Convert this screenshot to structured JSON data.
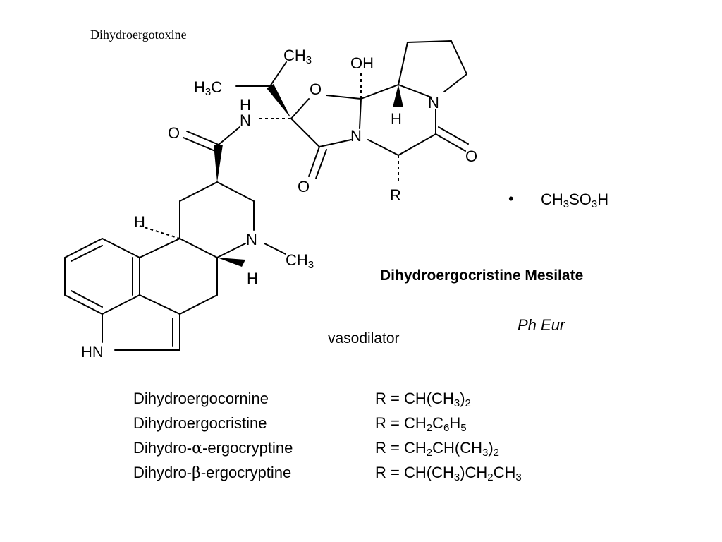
{
  "header": {
    "title": "Dihydroergotoxine"
  },
  "compound": {
    "name": "Dihydroergocristine Mesilate",
    "salt_bullet": "•",
    "salt_parts": [
      {
        "t": "CH",
        "sub": false
      },
      {
        "t": "3",
        "sub": true
      },
      {
        "t": "SO",
        "sub": false
      },
      {
        "t": "3",
        "sub": true
      },
      {
        "t": "H",
        "sub": false
      }
    ],
    "pharmacopoeia": "Ph Eur",
    "use": "vasodilator"
  },
  "structure_labels": {
    "ch3_top": [
      {
        "t": "CH",
        "sub": false
      },
      {
        "t": "3",
        "sub": true
      }
    ],
    "h3c": [
      {
        "t": "H",
        "sub": false
      },
      {
        "t": "3",
        "sub": true
      },
      {
        "t": "C",
        "sub": false
      }
    ],
    "oh": "OH",
    "o_ring": "O",
    "n_pyr": "N",
    "h_pyr": "H",
    "nh_h": "H",
    "nh_n": "N",
    "o_amide": "O",
    "n_ring": "N",
    "o_lactam": "O",
    "o_ketone": "O",
    "r": "R",
    "h_left": "H",
    "n_methyl": "N",
    "ch3_n": [
      {
        "t": "CH",
        "sub": false
      },
      {
        "t": "3",
        "sub": true
      }
    ],
    "h_bottom": "H",
    "hn": "HN"
  },
  "variants": [
    {
      "name_parts": [
        {
          "t": "Dihydroergocornine",
          "sub": false
        }
      ],
      "formula_parts": [
        {
          "t": "R = CH(CH",
          "sub": false
        },
        {
          "t": "3",
          "sub": true
        },
        {
          "t": ")",
          "sub": false
        },
        {
          "t": "2",
          "sub": true
        }
      ]
    },
    {
      "name_parts": [
        {
          "t": "Dihydroergocristine",
          "sub": false
        }
      ],
      "formula_parts": [
        {
          "t": "R = CH",
          "sub": false
        },
        {
          "t": "2",
          "sub": true
        },
        {
          "t": "C",
          "sub": false
        },
        {
          "t": "6",
          "sub": true
        },
        {
          "t": "H",
          "sub": false
        },
        {
          "t": "5",
          "sub": true
        }
      ]
    },
    {
      "name_parts": [
        {
          "t": "Dihydro-",
          "sub": false
        },
        {
          "t": "α",
          "sub": false,
          "greek": true
        },
        {
          "t": "-ergocryptine",
          "sub": false
        }
      ],
      "formula_parts": [
        {
          "t": "R = CH",
          "sub": false
        },
        {
          "t": "2",
          "sub": true
        },
        {
          "t": "CH(CH",
          "sub": false
        },
        {
          "t": "3",
          "sub": true
        },
        {
          "t": ")",
          "sub": false
        },
        {
          "t": "2",
          "sub": true
        }
      ]
    },
    {
      "name_parts": [
        {
          "t": "Dihydro-",
          "sub": false
        },
        {
          "t": "β",
          "sub": false,
          "greek": true
        },
        {
          "t": "-ergocryptine",
          "sub": false
        }
      ],
      "formula_parts": [
        {
          "t": "R = CH(CH",
          "sub": false
        },
        {
          "t": "3",
          "sub": true
        },
        {
          "t": ")CH",
          "sub": false
        },
        {
          "t": "2",
          "sub": true
        },
        {
          "t": "CH",
          "sub": false
        },
        {
          "t": "3",
          "sub": true
        }
      ]
    }
  ]
}
